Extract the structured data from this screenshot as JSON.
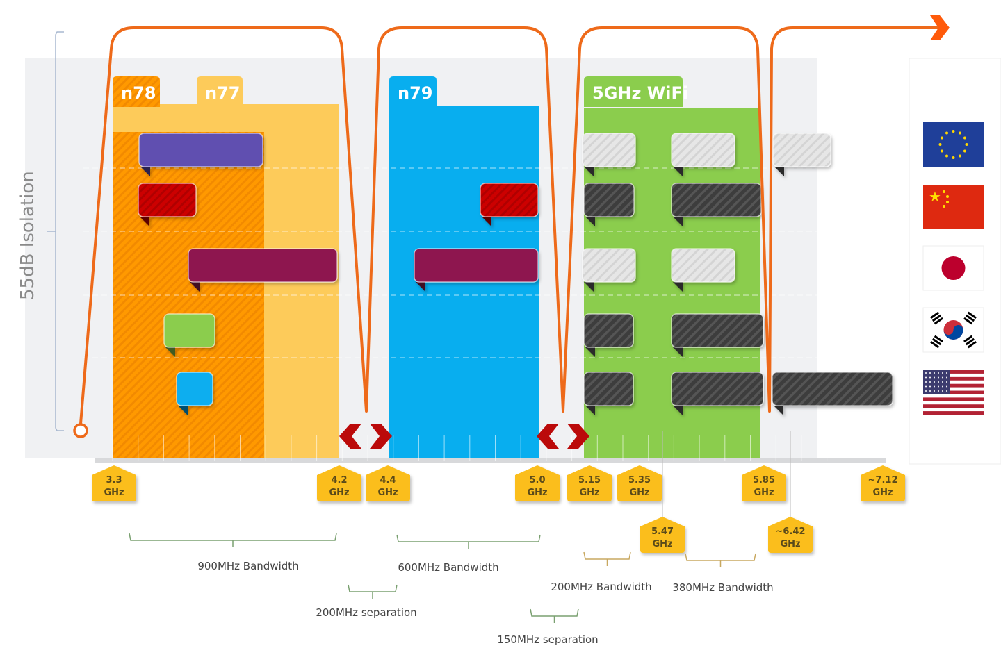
{
  "title": "5G NR bands vs 5GHz WiFi frequency allocation and isolation",
  "y_axis_label": "55dB Isolation",
  "bands": [
    {
      "id": "n78",
      "label": "n78",
      "start_ghz": 3.3,
      "end_ghz": 3.8,
      "color": "#FF9900",
      "hatched": true
    },
    {
      "id": "n77",
      "label": "n77",
      "start_ghz": 3.3,
      "end_ghz": 4.2,
      "color": "#FDCB5A",
      "hatched": false
    },
    {
      "id": "n79",
      "label": "n79",
      "start_ghz": 4.4,
      "end_ghz": 5.0,
      "color": "#08AEEF",
      "hatched": false
    },
    {
      "id": "wifi5",
      "label": "5GHz WiFi",
      "start_ghz": 5.15,
      "end_ghz": 5.85,
      "color": "#8BCD4D",
      "hatched": false
    }
  ],
  "regions": [
    {
      "name": "EU",
      "flag": "eu-flag"
    },
    {
      "name": "China",
      "flag": "china-flag"
    },
    {
      "name": "Japan",
      "flag": "japan-flag"
    },
    {
      "name": "South Korea",
      "flag": "south-korea-flag"
    },
    {
      "name": "USA",
      "flag": "usa-flag"
    }
  ],
  "allocations": [
    {
      "region": "EU",
      "band": "n78",
      "start_ghz": 3.4,
      "end_ghz": 3.8,
      "color": "#6050B0",
      "style": "solid"
    },
    {
      "region": "China",
      "band": "n78",
      "start_ghz": 3.4,
      "end_ghz": 3.6,
      "color": "#CC0000",
      "style": "hatched"
    },
    {
      "region": "China",
      "band": "n79",
      "start_ghz": 4.8,
      "end_ghz": 5.0,
      "color": "#CC0000",
      "style": "hatched"
    },
    {
      "region": "Japan",
      "band": "n77",
      "start_ghz": 3.6,
      "end_ghz": 4.2,
      "color": "#8E1650",
      "style": "solid"
    },
    {
      "region": "Japan",
      "band": "n79",
      "start_ghz": 4.5,
      "end_ghz": 5.0,
      "color": "#8E1650",
      "style": "solid"
    },
    {
      "region": "South Korea",
      "band": "n78",
      "start_ghz": 3.42,
      "end_ghz": 3.7,
      "color": "#8BCD4D",
      "style": "solid"
    },
    {
      "region": "USA",
      "band": "n77",
      "start_ghz": 3.55,
      "end_ghz": 3.7,
      "color": "#08AEEF",
      "style": "solid"
    },
    {
      "region": "EU",
      "band": "wifi",
      "start_ghz": 5.15,
      "end_ghz": 5.35,
      "color": "#E4E4E4",
      "style": "hatched"
    },
    {
      "region": "EU",
      "band": "wifi",
      "start_ghz": 5.47,
      "end_ghz": 5.725,
      "color": "#E4E4E4",
      "style": "hatched"
    },
    {
      "region": "EU",
      "band": "wifi6e",
      "start_ghz": 5.925,
      "end_ghz": 6.425,
      "color": "#E4E4E4",
      "style": "hatched"
    },
    {
      "region": "China",
      "band": "wifi",
      "start_ghz": 5.15,
      "end_ghz": 5.35,
      "color": "#3A3A3A",
      "style": "hatched"
    },
    {
      "region": "China",
      "band": "wifi",
      "start_ghz": 5.47,
      "end_ghz": 5.85,
      "color": "#3A3A3A",
      "style": "hatched"
    },
    {
      "region": "Japan",
      "band": "wifi",
      "start_ghz": 5.15,
      "end_ghz": 5.35,
      "color": "#E4E4E4",
      "style": "hatched"
    },
    {
      "region": "Japan",
      "band": "wifi",
      "start_ghz": 5.47,
      "end_ghz": 5.725,
      "color": "#E4E4E4",
      "style": "hatched"
    },
    {
      "region": "South Korea",
      "band": "wifi",
      "start_ghz": 5.15,
      "end_ghz": 5.35,
      "color": "#3A3A3A",
      "style": "hatched"
    },
    {
      "region": "South Korea",
      "band": "wifi",
      "start_ghz": 5.47,
      "end_ghz": 5.85,
      "color": "#3A3A3A",
      "style": "hatched"
    },
    {
      "region": "USA",
      "band": "wifi",
      "start_ghz": 5.15,
      "end_ghz": 5.35,
      "color": "#3A3A3A",
      "style": "hatched"
    },
    {
      "region": "USA",
      "band": "wifi",
      "start_ghz": 5.47,
      "end_ghz": 5.85,
      "color": "#3A3A3A",
      "style": "hatched"
    },
    {
      "region": "USA",
      "band": "wifi6e",
      "start_ghz": 5.925,
      "end_ghz": 7.125,
      "color": "#3A3A3A",
      "style": "hatched"
    }
  ],
  "frequency_markers": [
    {
      "value": 3.3,
      "label_line1": "3.3",
      "label_line2": "GHz",
      "row": 1
    },
    {
      "value": 4.2,
      "label_line1": "4.2",
      "label_line2": "GHz",
      "row": 1
    },
    {
      "value": 4.4,
      "label_line1": "4.4",
      "label_line2": "GHz",
      "row": 1
    },
    {
      "value": 5.0,
      "label_line1": "5.0",
      "label_line2": "GHz",
      "row": 1
    },
    {
      "value": 5.15,
      "label_line1": "5.15",
      "label_line2": "GHz",
      "row": 1
    },
    {
      "value": 5.35,
      "label_line1": "5.35",
      "label_line2": "GHz",
      "row": 1
    },
    {
      "value": 5.47,
      "label_line1": "5.47",
      "label_line2": "GHz",
      "row": 2
    },
    {
      "value": 5.85,
      "label_line1": "5.85",
      "label_line2": "GHz",
      "row": 1
    },
    {
      "value": 6.42,
      "label_line1": "~6.42",
      "label_line2": "GHz",
      "row": 2
    },
    {
      "value": 7.12,
      "label_line1": "~7.12",
      "label_line2": "GHz",
      "row": 1
    }
  ],
  "annotations": [
    {
      "text": "900MHz Bandwidth",
      "from_ghz": 3.3,
      "to_ghz": 4.2,
      "row": 1,
      "color": "#7AA070"
    },
    {
      "text": "600MHz Bandwidth",
      "from_ghz": 4.4,
      "to_ghz": 5.0,
      "row": 1,
      "color": "#7AA070"
    },
    {
      "text": "200MHz separation",
      "from_ghz": 4.2,
      "to_ghz": 4.4,
      "row": 2,
      "color": "#7AA070"
    },
    {
      "text": "200MHz Bandwidth",
      "from_ghz": 5.15,
      "to_ghz": 5.35,
      "row": 3,
      "color": "#C8A860"
    },
    {
      "text": "380MHz Bandwidth",
      "from_ghz": 5.47,
      "to_ghz": 5.85,
      "row": 3,
      "color": "#C8A860"
    },
    {
      "text": "150MHz separation",
      "from_ghz": 5.0,
      "to_ghz": 5.15,
      "row": 4,
      "color": "#7AA070"
    }
  ],
  "gap_markers": [
    {
      "between": "n77/n79",
      "from_ghz": 4.2,
      "to_ghz": 4.4
    },
    {
      "between": "n79/wifi",
      "from_ghz": 5.0,
      "to_ghz": 5.15
    }
  ],
  "colors": {
    "accent_line": "#EE6A1A",
    "marker_fill": "#FBBE1A",
    "chevron": "#BB0A0A",
    "panel_bg": "#F0F1F3"
  }
}
